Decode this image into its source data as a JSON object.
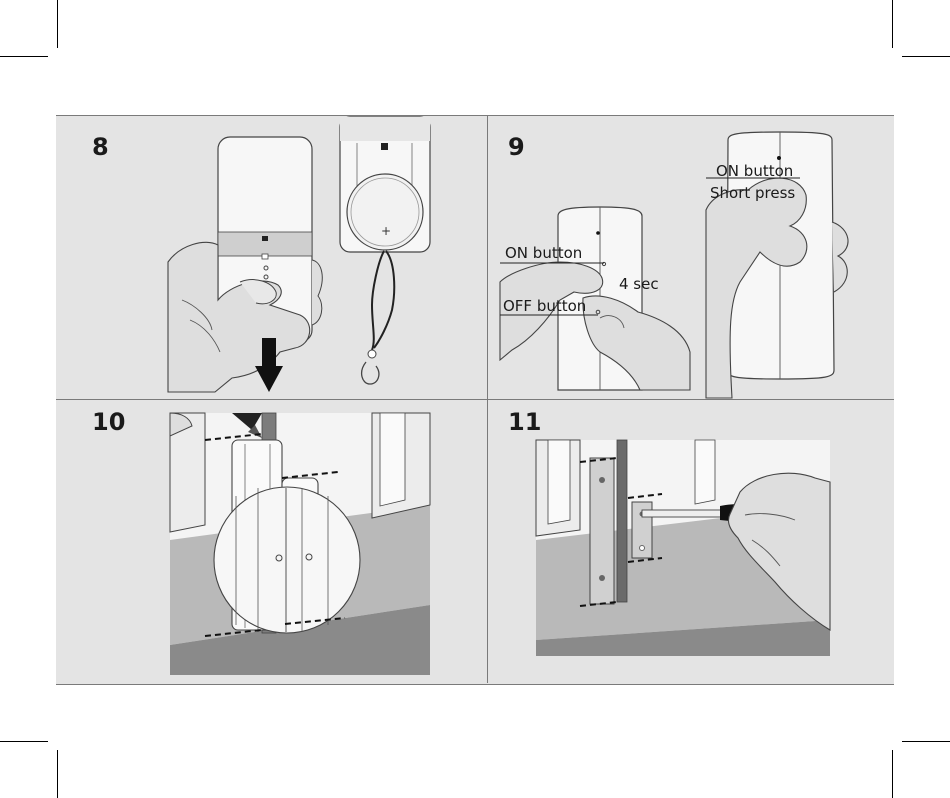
{
  "steps": [
    {
      "number": "8"
    },
    {
      "number": "9"
    },
    {
      "number": "10"
    },
    {
      "number": "11"
    }
  ],
  "step9": {
    "on_button_left": "ON button",
    "off_button": "OFF button",
    "duration": "4 sec",
    "on_button_right": "ON button",
    "short_press": "Short press"
  }
}
